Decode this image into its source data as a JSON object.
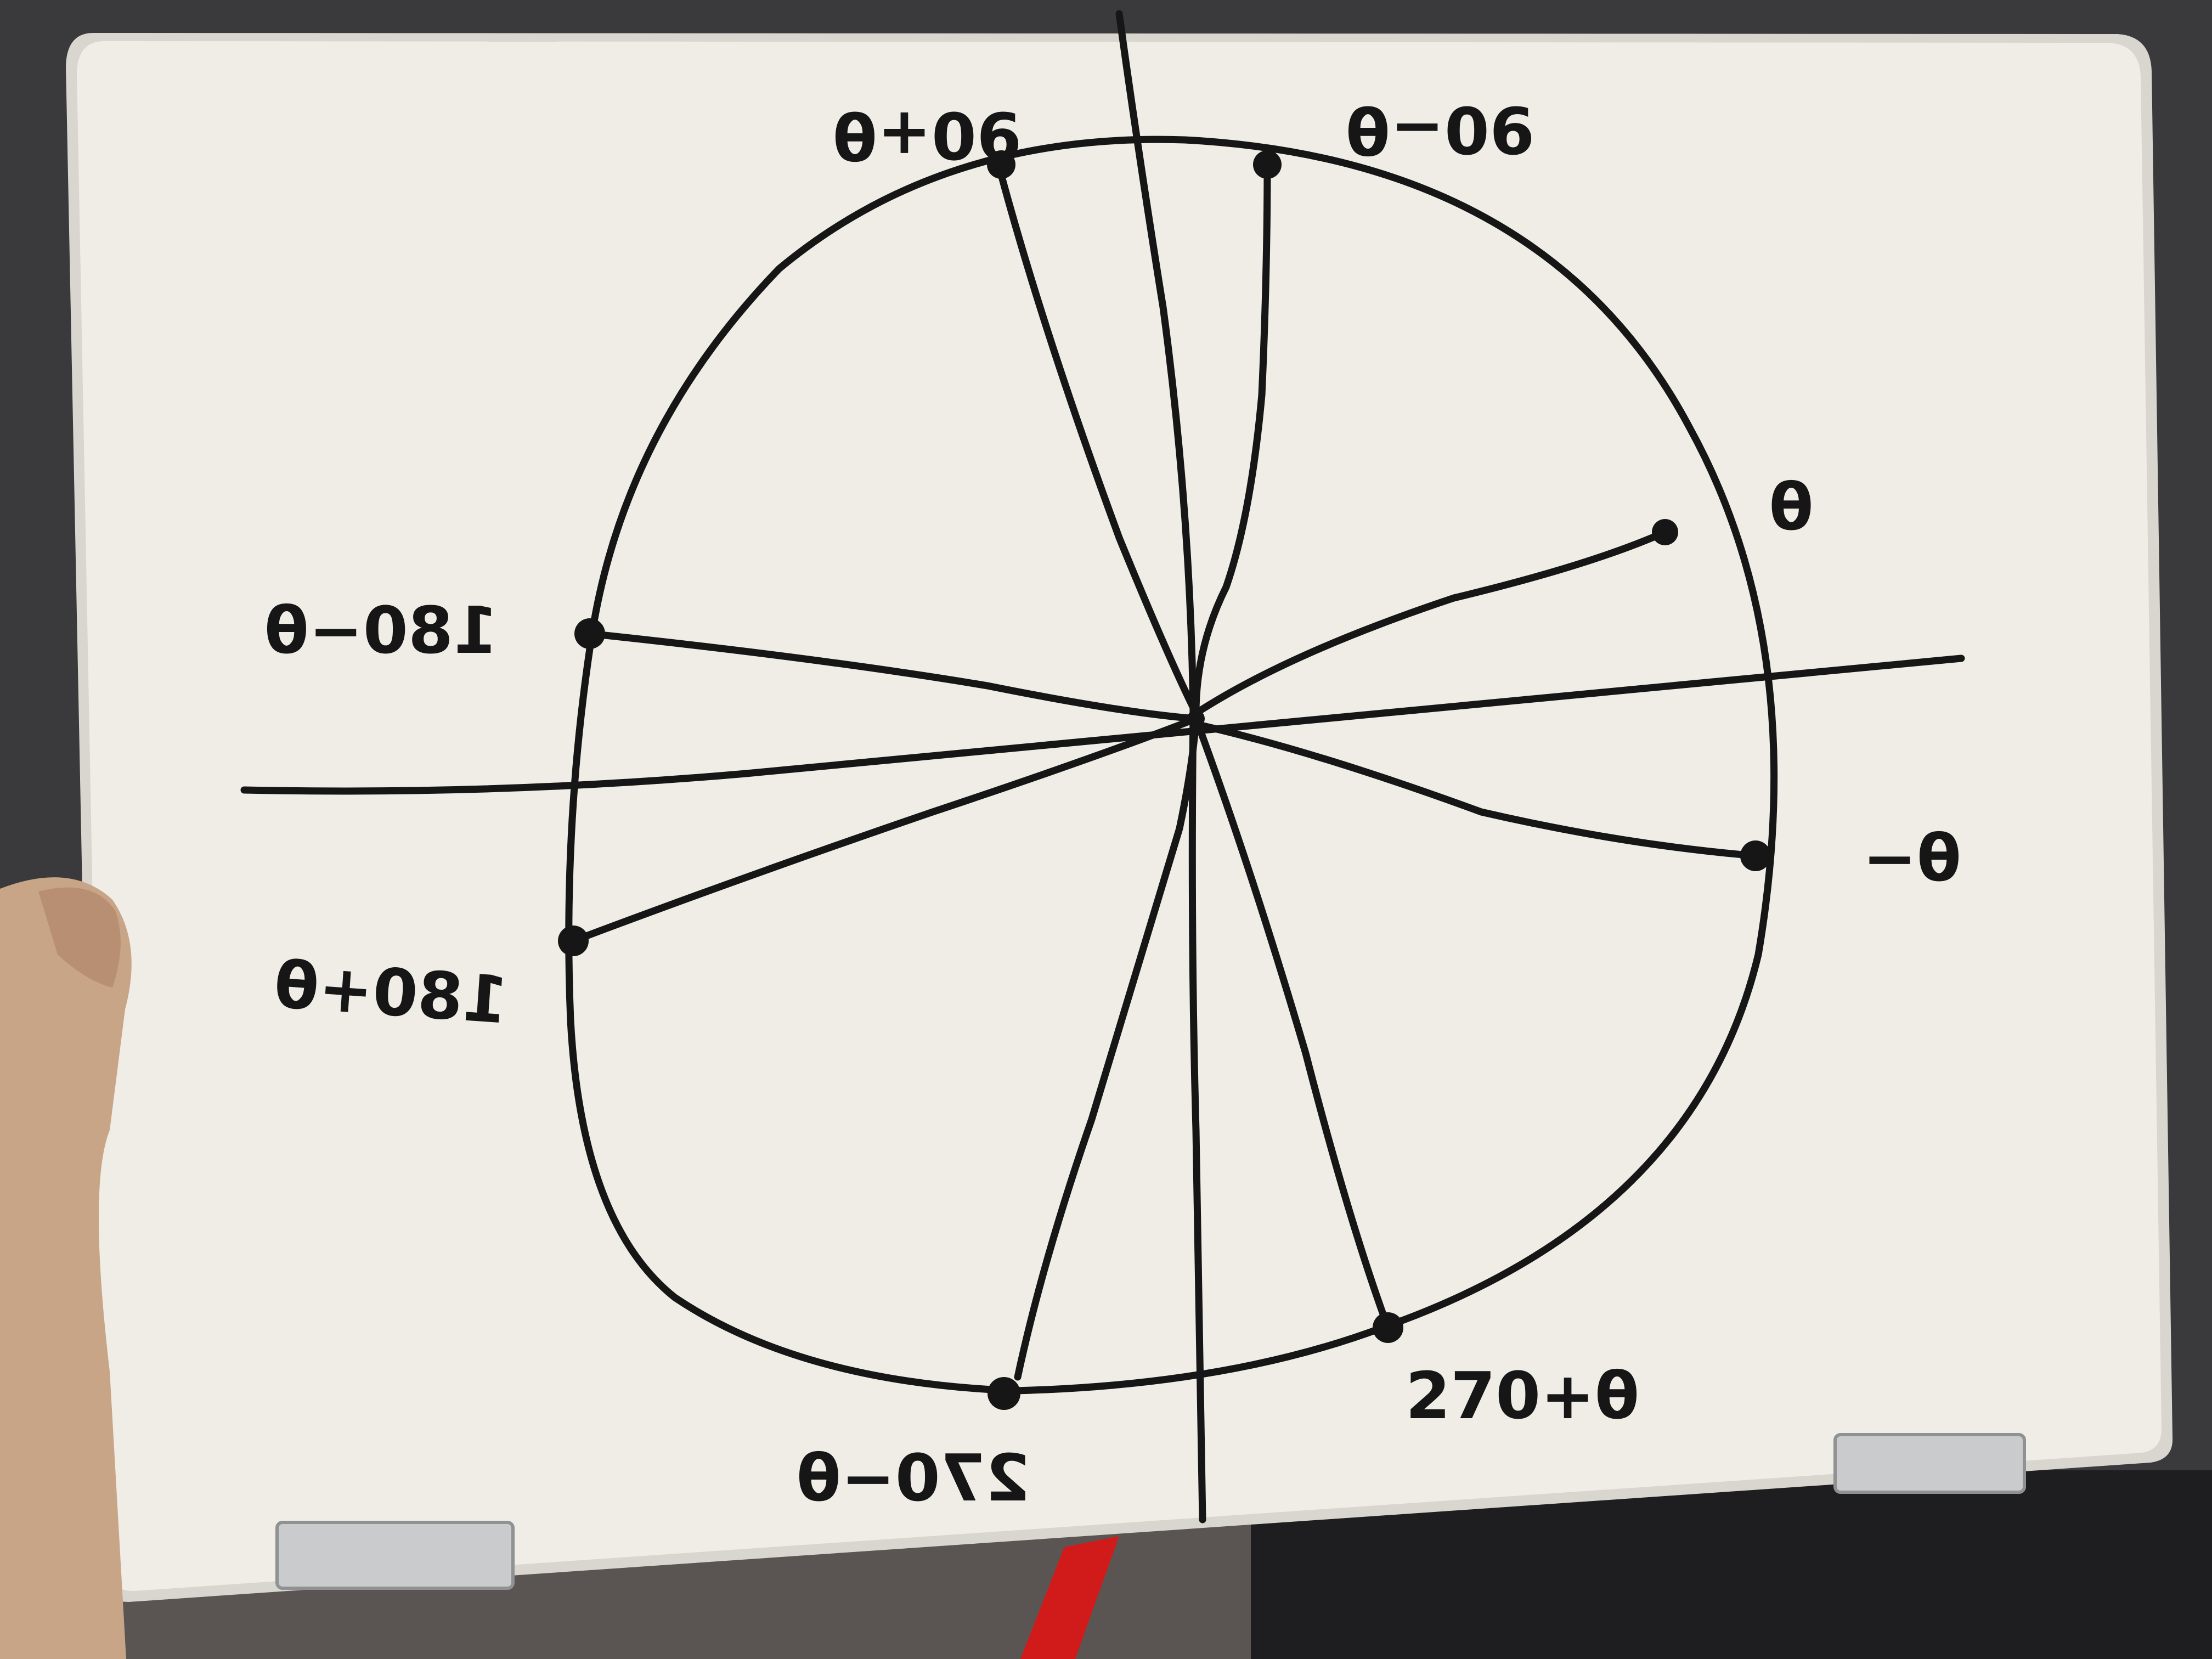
{
  "diagram": {
    "colors": {
      "ink": "#161616",
      "board": "#efede6",
      "board_frame": "#d8d6cf",
      "background": "#3a3a3c",
      "floor": "#5a5552",
      "hand": "#c9a587",
      "clip": "#c9cbcc",
      "pen": "#d11b1b"
    },
    "labels": {
      "ninety_plus_theta": "90+θ",
      "ninety_minus_theta": "90−θ",
      "theta": "θ",
      "neg_theta": "−θ",
      "one_eighty_minus_theta": "180−θ",
      "one_eighty_plus_theta": "180+θ",
      "two_seventy_minus_theta": "270−θ",
      "two_seventy_plus_theta": "270+θ"
    }
  }
}
